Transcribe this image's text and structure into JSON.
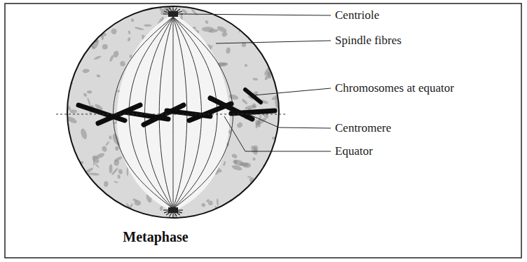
{
  "diagram": {
    "caption": "Metaphase",
    "labels": [
      "Centriole",
      "Spindle fibres",
      "Chromosomes at equator",
      "Centromere",
      "Equator"
    ]
  }
}
